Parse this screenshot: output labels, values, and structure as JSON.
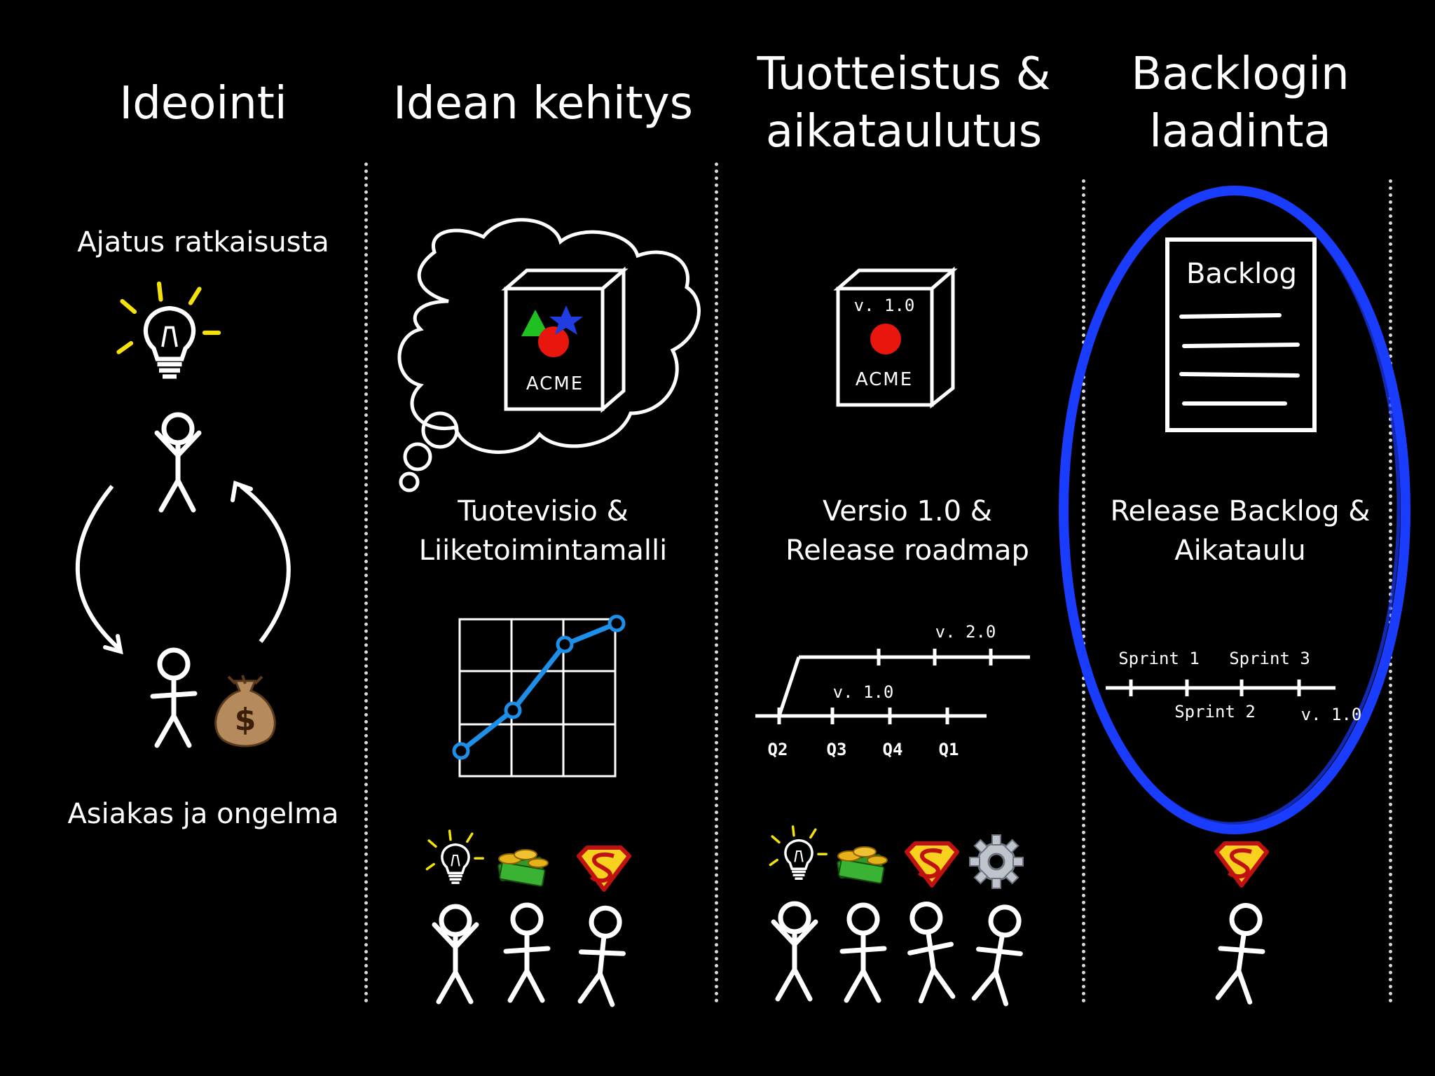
{
  "columns": [
    {
      "title_lines": [
        "Ideointi"
      ],
      "caption_top": "Ajatus ratkaisusta",
      "caption_bottom": "Asiakas ja ongelma"
    },
    {
      "title_lines": [
        "Idean kehitys"
      ],
      "caption_lines": [
        "Tuotevisio &",
        "Liiketoimintamalli"
      ]
    },
    {
      "title_lines": [
        "Tuotteistus &",
        "aikataulutus"
      ],
      "caption_lines": [
        "Versio 1.0 &",
        "Release roadmap"
      ]
    },
    {
      "title_lines": [
        "Backlogin",
        "laadinta"
      ],
      "caption_lines": [
        "Release Backlog &",
        "Aikataulu"
      ]
    }
  ],
  "product_box": {
    "brand": "ACME",
    "version": "v. 1.0"
  },
  "backlog_doc": {
    "title": "Backlog"
  },
  "roadmap": {
    "quarters": [
      "Q2",
      "Q3",
      "Q4",
      "Q1"
    ],
    "v1_label": "v. 1.0",
    "v2_label": "v. 2.0"
  },
  "sprints": {
    "labels": [
      "Sprint 1",
      "Sprint 2",
      "Sprint 3"
    ],
    "end_label": "v. 1.0"
  },
  "colors": {
    "background": "#000000",
    "highlight_ellipse": "#1a3cff",
    "chart_line": "#1e8fe8",
    "idea_bulb": "#f5e10a",
    "dot_red": "#e8160c",
    "triangle": "#1fc01f",
    "star": "#1f3de0"
  },
  "icons": [
    "lightbulb-icon",
    "money-bag-icon",
    "money-stack-icon",
    "superman-emblem-icon",
    "gear-icon",
    "stick-figure"
  ]
}
